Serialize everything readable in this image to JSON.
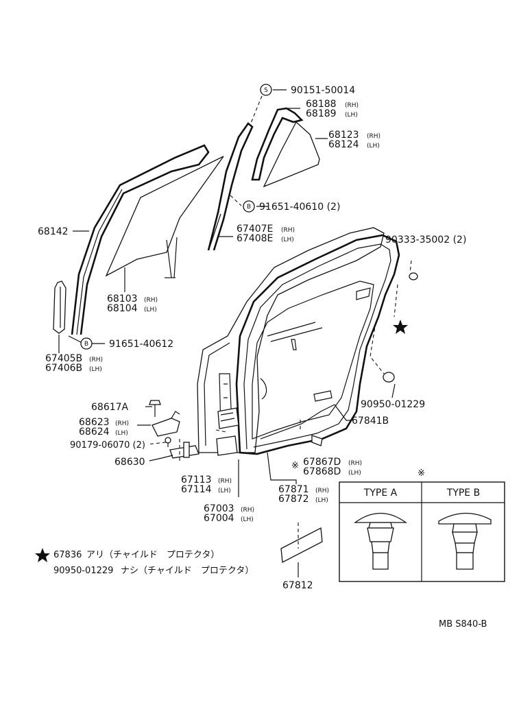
{
  "parts": {
    "p90151": {
      "num": "90151-50014",
      "mark": "S"
    },
    "p68188": {
      "num": "68188",
      "side": "(RH)"
    },
    "p68189": {
      "num": "68189",
      "side": "(LH)"
    },
    "p68123": {
      "num": "68123",
      "side": "(RH)"
    },
    "p68124": {
      "num": "68124",
      "side": "(LH)"
    },
    "p91651a": {
      "num": "91651-40610 (2)",
      "mark": "B"
    },
    "p67407": {
      "num": "67407E",
      "side": "(RH)"
    },
    "p67408": {
      "num": "67408E",
      "side": "(LH)"
    },
    "p68142": {
      "num": "68142"
    },
    "p90333": {
      "num": "90333-35002 (2)"
    },
    "p68103": {
      "num": "68103",
      "side": "(RH)"
    },
    "p68104": {
      "num": "68104",
      "side": "(LH)"
    },
    "p91651b": {
      "num": "91651-40612",
      "mark": "B"
    },
    "p67405": {
      "num": "67405B",
      "side": "(RH)"
    },
    "p67406": {
      "num": "67406B",
      "side": "(LH)"
    },
    "p90950": {
      "num": "90950-01229"
    },
    "p68617": {
      "num": "68617A"
    },
    "p68623": {
      "num": "68623",
      "side": "(RH)"
    },
    "p68624": {
      "num": "68624",
      "side": "(LH)"
    },
    "p67841": {
      "num": "67841B"
    },
    "p90179": {
      "num": "90179-06070 (2)"
    },
    "p68630": {
      "num": "68630"
    },
    "p67867": {
      "num": "67867D",
      "side": "(RH)"
    },
    "p67868": {
      "num": "67868D",
      "side": "(LH)"
    },
    "p67113": {
      "num": "67113",
      "side": "(RH)"
    },
    "p67114": {
      "num": "67114",
      "side": "(LH)"
    },
    "p67871": {
      "num": "67871",
      "side": "(RH)"
    },
    "p67872": {
      "num": "67872",
      "side": "(LH)"
    },
    "p67003": {
      "num": "67003",
      "side": "(RH)"
    },
    "p67004": {
      "num": "67004",
      "side": "(LH)"
    },
    "p67812": {
      "num": "67812"
    }
  },
  "table": {
    "mark": "※",
    "type_a": "TYPE A",
    "type_b": "TYPE B"
  },
  "notes": {
    "star_part": "67836",
    "star_text": "アリ（チャイルド　プロテクタ）",
    "none_part": "90950-01229",
    "none_text": "ナシ（チャイルド　プロテクタ）"
  },
  "footer": {
    "code": "MB  S840-B"
  }
}
